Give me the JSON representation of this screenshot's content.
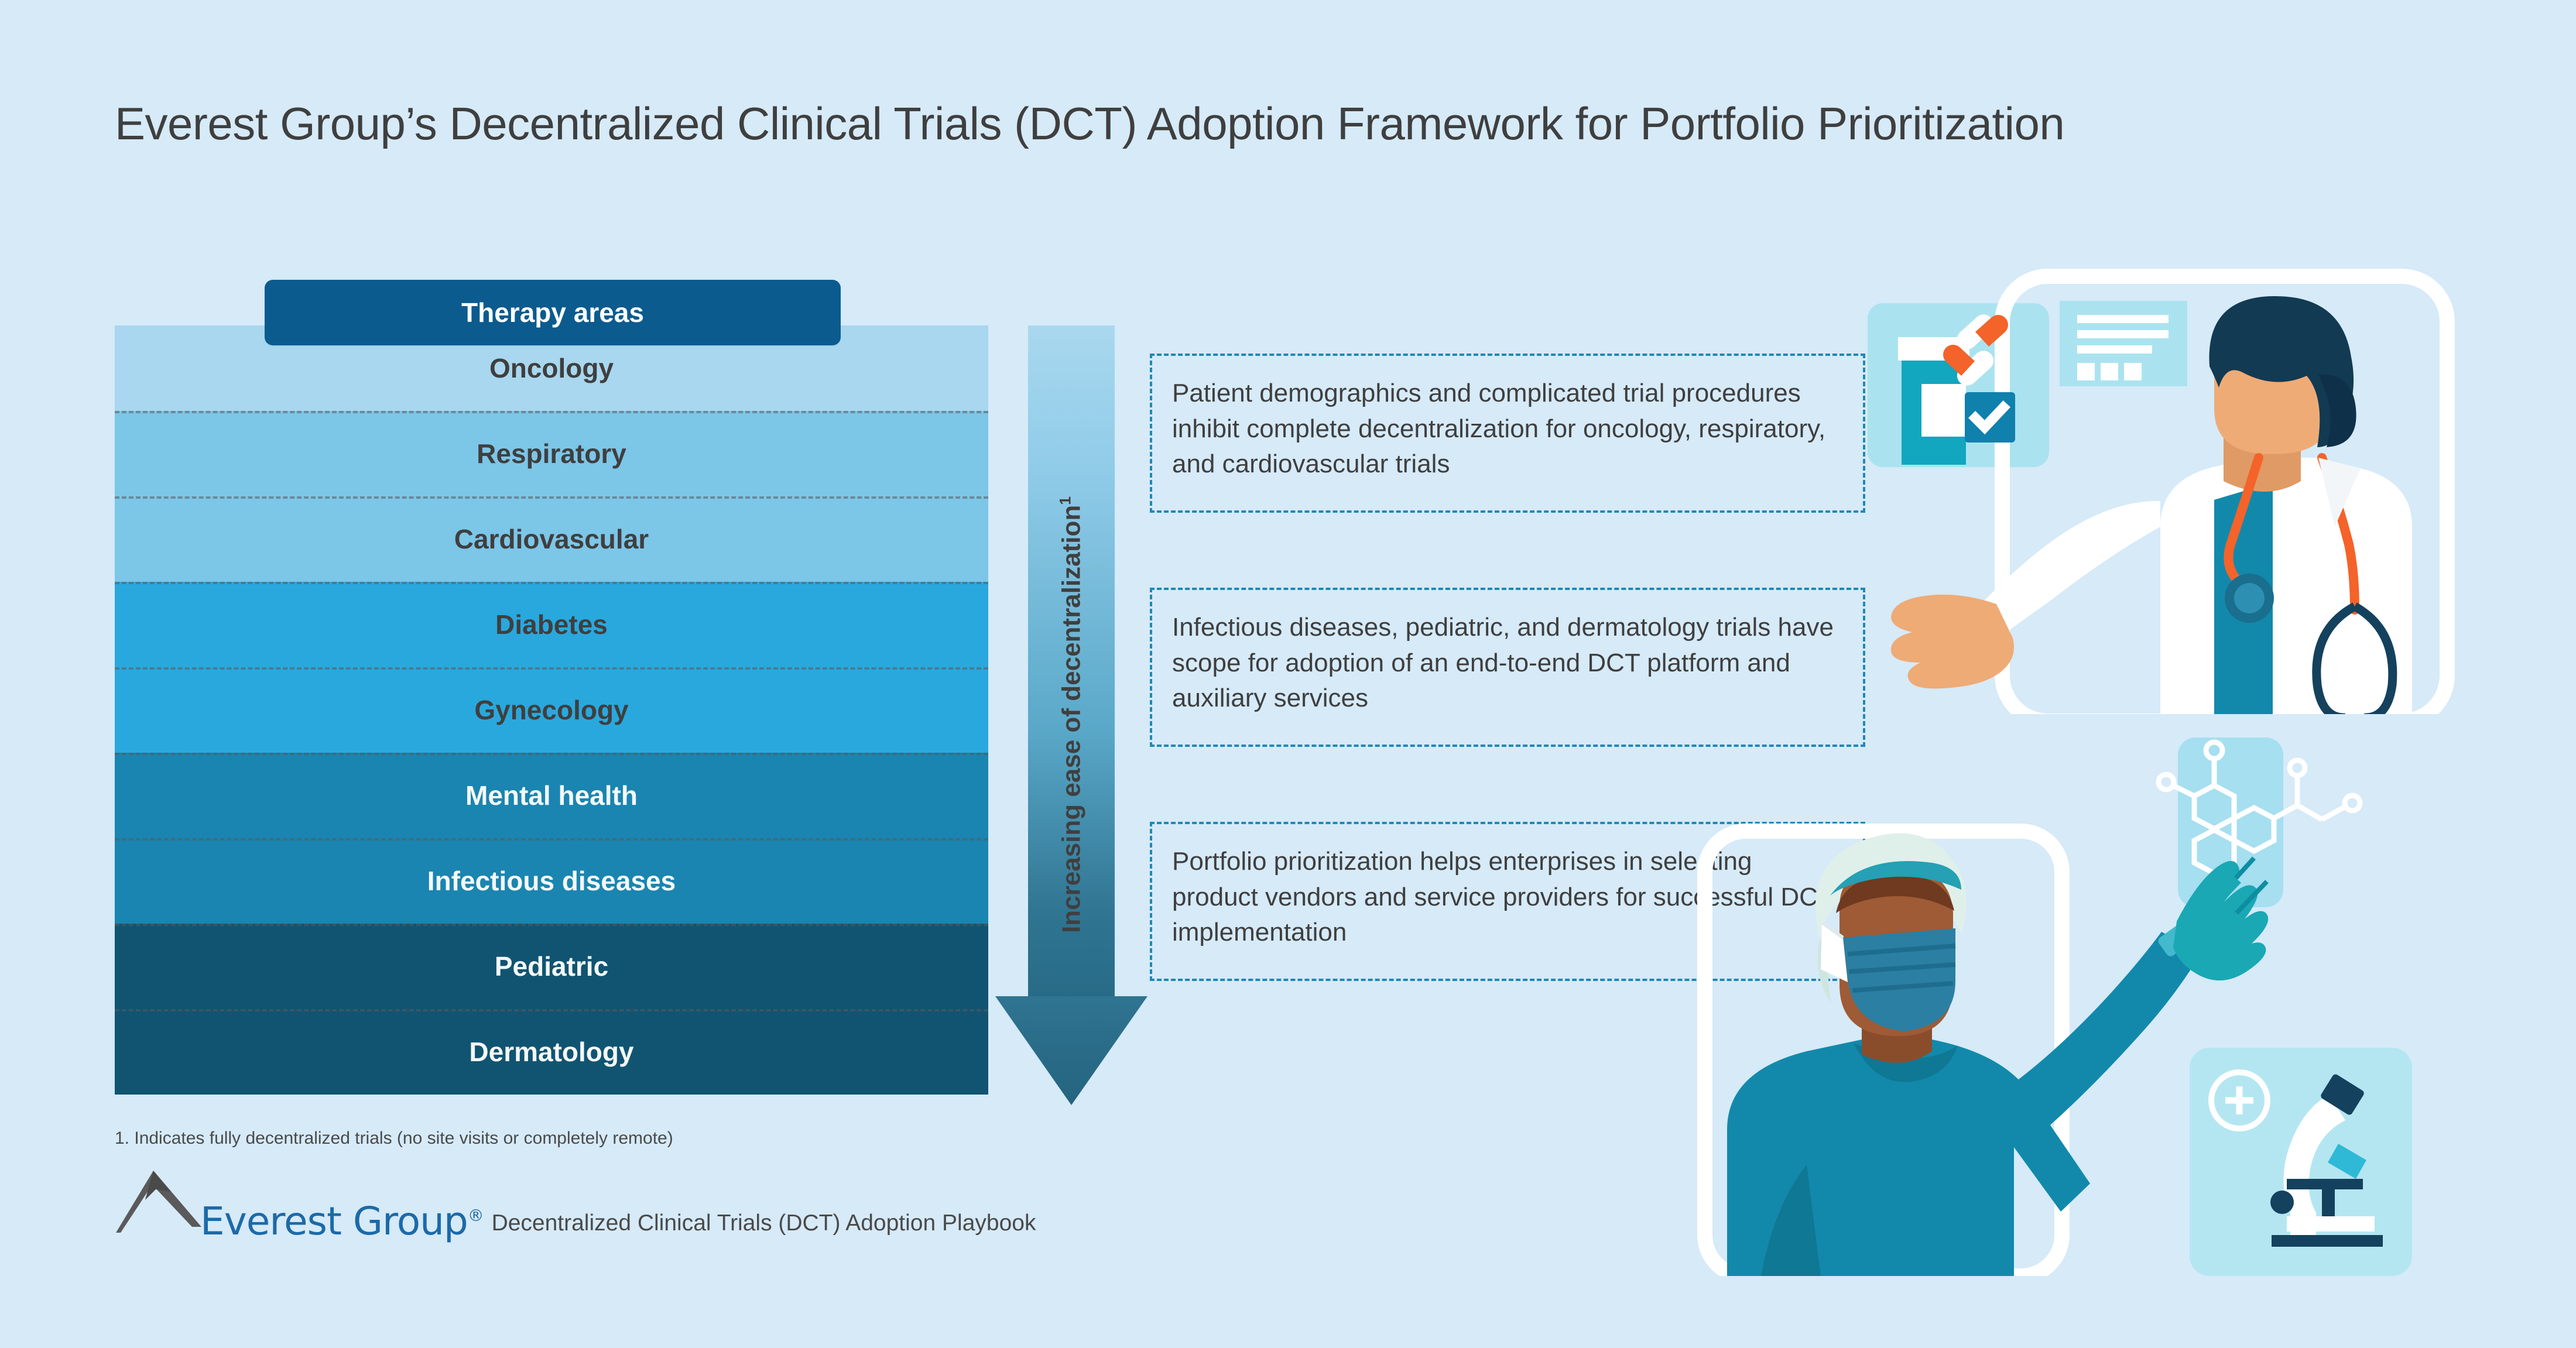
{
  "page": {
    "background_color": "#d6eaf8",
    "title": "Everest Group’s Decentralized Clinical Trials (DCT) Adoption Framework for Portfolio Prioritization"
  },
  "therapy_panel": {
    "header_label": "Therapy areas",
    "header_bg": "#0b5b8e",
    "header_text_color": "#ffffff",
    "rows": [
      {
        "label": "Oncology",
        "bg": "#a8d7ef",
        "text_color": "#3f3f3f"
      },
      {
        "label": "Respiratory",
        "bg": "#7cc6e8",
        "text_color": "#3f3f3f"
      },
      {
        "label": "Cardiovascular",
        "bg": "#7cc6e8",
        "text_color": "#3f3f3f"
      },
      {
        "label": "Diabetes",
        "bg": "#29a8de",
        "text_color": "#3f3f3f"
      },
      {
        "label": "Gynecology",
        "bg": "#29a8de",
        "text_color": "#3f3f3f"
      },
      {
        "label": "Mental health",
        "bg": "#1a85b0",
        "text_color": "#f4f8f8"
      },
      {
        "label": "Infectious diseases",
        "bg": "#1a85b0",
        "text_color": "#f4f8f8"
      },
      {
        "label": "Pediatric",
        "bg": "#115471",
        "text_color": "#f4f8f8"
      },
      {
        "label": "Dermatology",
        "bg": "#115471",
        "text_color": "#f4f8f8"
      }
    ]
  },
  "arrow": {
    "label": "Increasing ease of decentralization",
    "footnote_marker": "1",
    "direction": "down",
    "gradient_top": "#a9d8ef",
    "gradient_bottom": "#276b87"
  },
  "callouts": [
    {
      "text": "Patient demographics and complicated trial procedures inhibit complete decentralization for oncology, respiratory, and cardiovascular trials"
    },
    {
      "text": "Infectious diseases, pediatric, and dermatology trials have scope for adoption of an end-to-end DCT platform and auxiliary services"
    },
    {
      "text": "Portfolio prioritization helps enterprises in selecting product vendors and service providers for successful DCT implementation"
    }
  ],
  "callout_border_color": "#2088b5",
  "footer": {
    "footnote": "1. Indicates fully decentralized trials (no site visits or completely remote)",
    "logo_name": "Everest Group",
    "logo_registered_mark": "®",
    "logo_subtitle": "Decentralized Clinical Trials (DCT) Adoption Playbook",
    "logo_color": "#1c6aa8",
    "logo_mark_color": "#5a5a5a"
  },
  "illustrations": {
    "doctor": {
      "name": "doctor-with-prescription-illustration",
      "elements": [
        "pill-bottle",
        "capsules",
        "checkmark-card",
        "document-card",
        "stethoscope",
        "lab-coat"
      ],
      "skin": "#eeab76",
      "hair": "#123a52",
      "coat": "#ffffff",
      "scrubs": "#1289ab",
      "stethoscope": "#f4632a"
    },
    "researcher": {
      "name": "surgeon-with-molecule-illustration",
      "elements": [
        "scrub-cap",
        "face-mask",
        "glove",
        "molecule-diagram",
        "microscope-card",
        "plus-icon"
      ],
      "skin": "#9e5b36",
      "scrubs": "#1289ab",
      "mask": "#2a7fa3",
      "glove": "#1aa8b4"
    }
  }
}
